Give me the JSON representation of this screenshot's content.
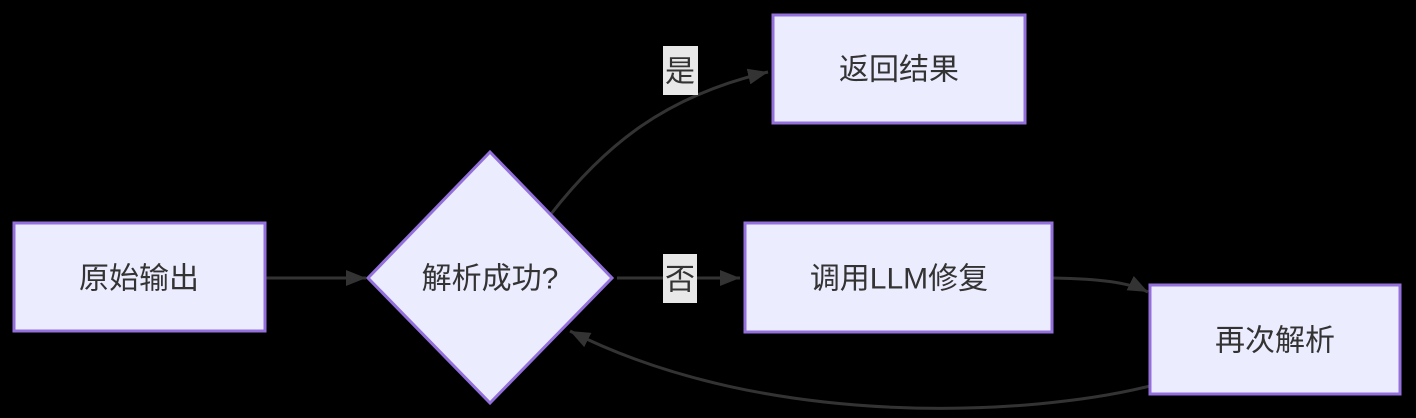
{
  "diagram": {
    "type": "flowchart",
    "direction": "left-to-right",
    "nodes": [
      {
        "id": "raw-output",
        "shape": "rectangle",
        "label": "原始输出"
      },
      {
        "id": "parse-success",
        "shape": "diamond",
        "label": "解析成功?"
      },
      {
        "id": "return-result",
        "shape": "rectangle",
        "label": "返回结果"
      },
      {
        "id": "call-llm-fix",
        "shape": "rectangle",
        "label": "调用LLM修复"
      },
      {
        "id": "reparse",
        "shape": "rectangle",
        "label": "再次解析"
      }
    ],
    "edges": [
      {
        "from": "raw-output",
        "to": "parse-success",
        "label": ""
      },
      {
        "from": "parse-success",
        "to": "return-result",
        "label": "是"
      },
      {
        "from": "parse-success",
        "to": "call-llm-fix",
        "label": "否"
      },
      {
        "from": "call-llm-fix",
        "to": "reparse",
        "label": ""
      },
      {
        "from": "reparse",
        "to": "parse-success",
        "label": ""
      }
    ]
  },
  "colors": {
    "background": "#000000",
    "node_fill": "#ECECFF",
    "node_border": "#9370DB",
    "node_text": "#333333",
    "edge_color": "#333333",
    "label_bg": "#E8E8E8"
  }
}
